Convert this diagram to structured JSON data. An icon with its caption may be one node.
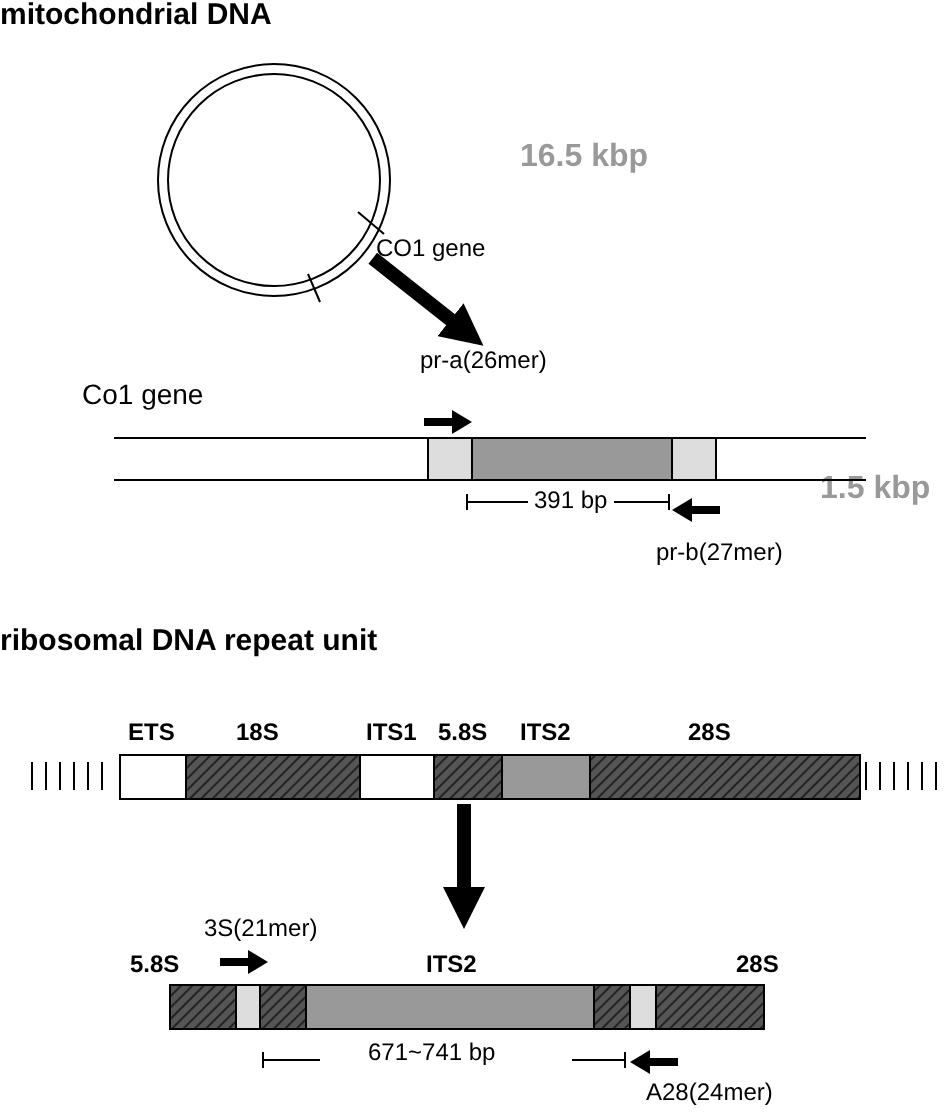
{
  "diagram": {
    "nodes": [
      {
        "text": [],
        "shape": "circle"
      },
      {
        "text": [
          "Co1 gene"
        ]
      },
      {
        "text": [],
        "shape": "bar"
      },
      {
        "text": [],
        "shape": "bar"
      }
    ],
    "edges": [
      {
        "from": 0,
        "to": 1,
        "arrow": "to"
      },
      {
        "from": 2,
        "to": 3,
        "arrow": "to"
      }
    ],
    "labels": [
      "mitochondrial DNA",
      "16.5 kbp",
      "CO1 gene",
      "pr-a(26mer)",
      "391 bp",
      "1.5 kbp",
      "pr-b(27mer)",
      "ribosomal DNA repeat unit",
      "ETS",
      "18S",
      "ITS1",
      "5.8S",
      "ITS2",
      "28S",
      "3S(21mer)",
      "5.8S",
      "ITS2",
      "28S",
      "671~741 bp",
      "A28(24mer)"
    ]
  }
}
